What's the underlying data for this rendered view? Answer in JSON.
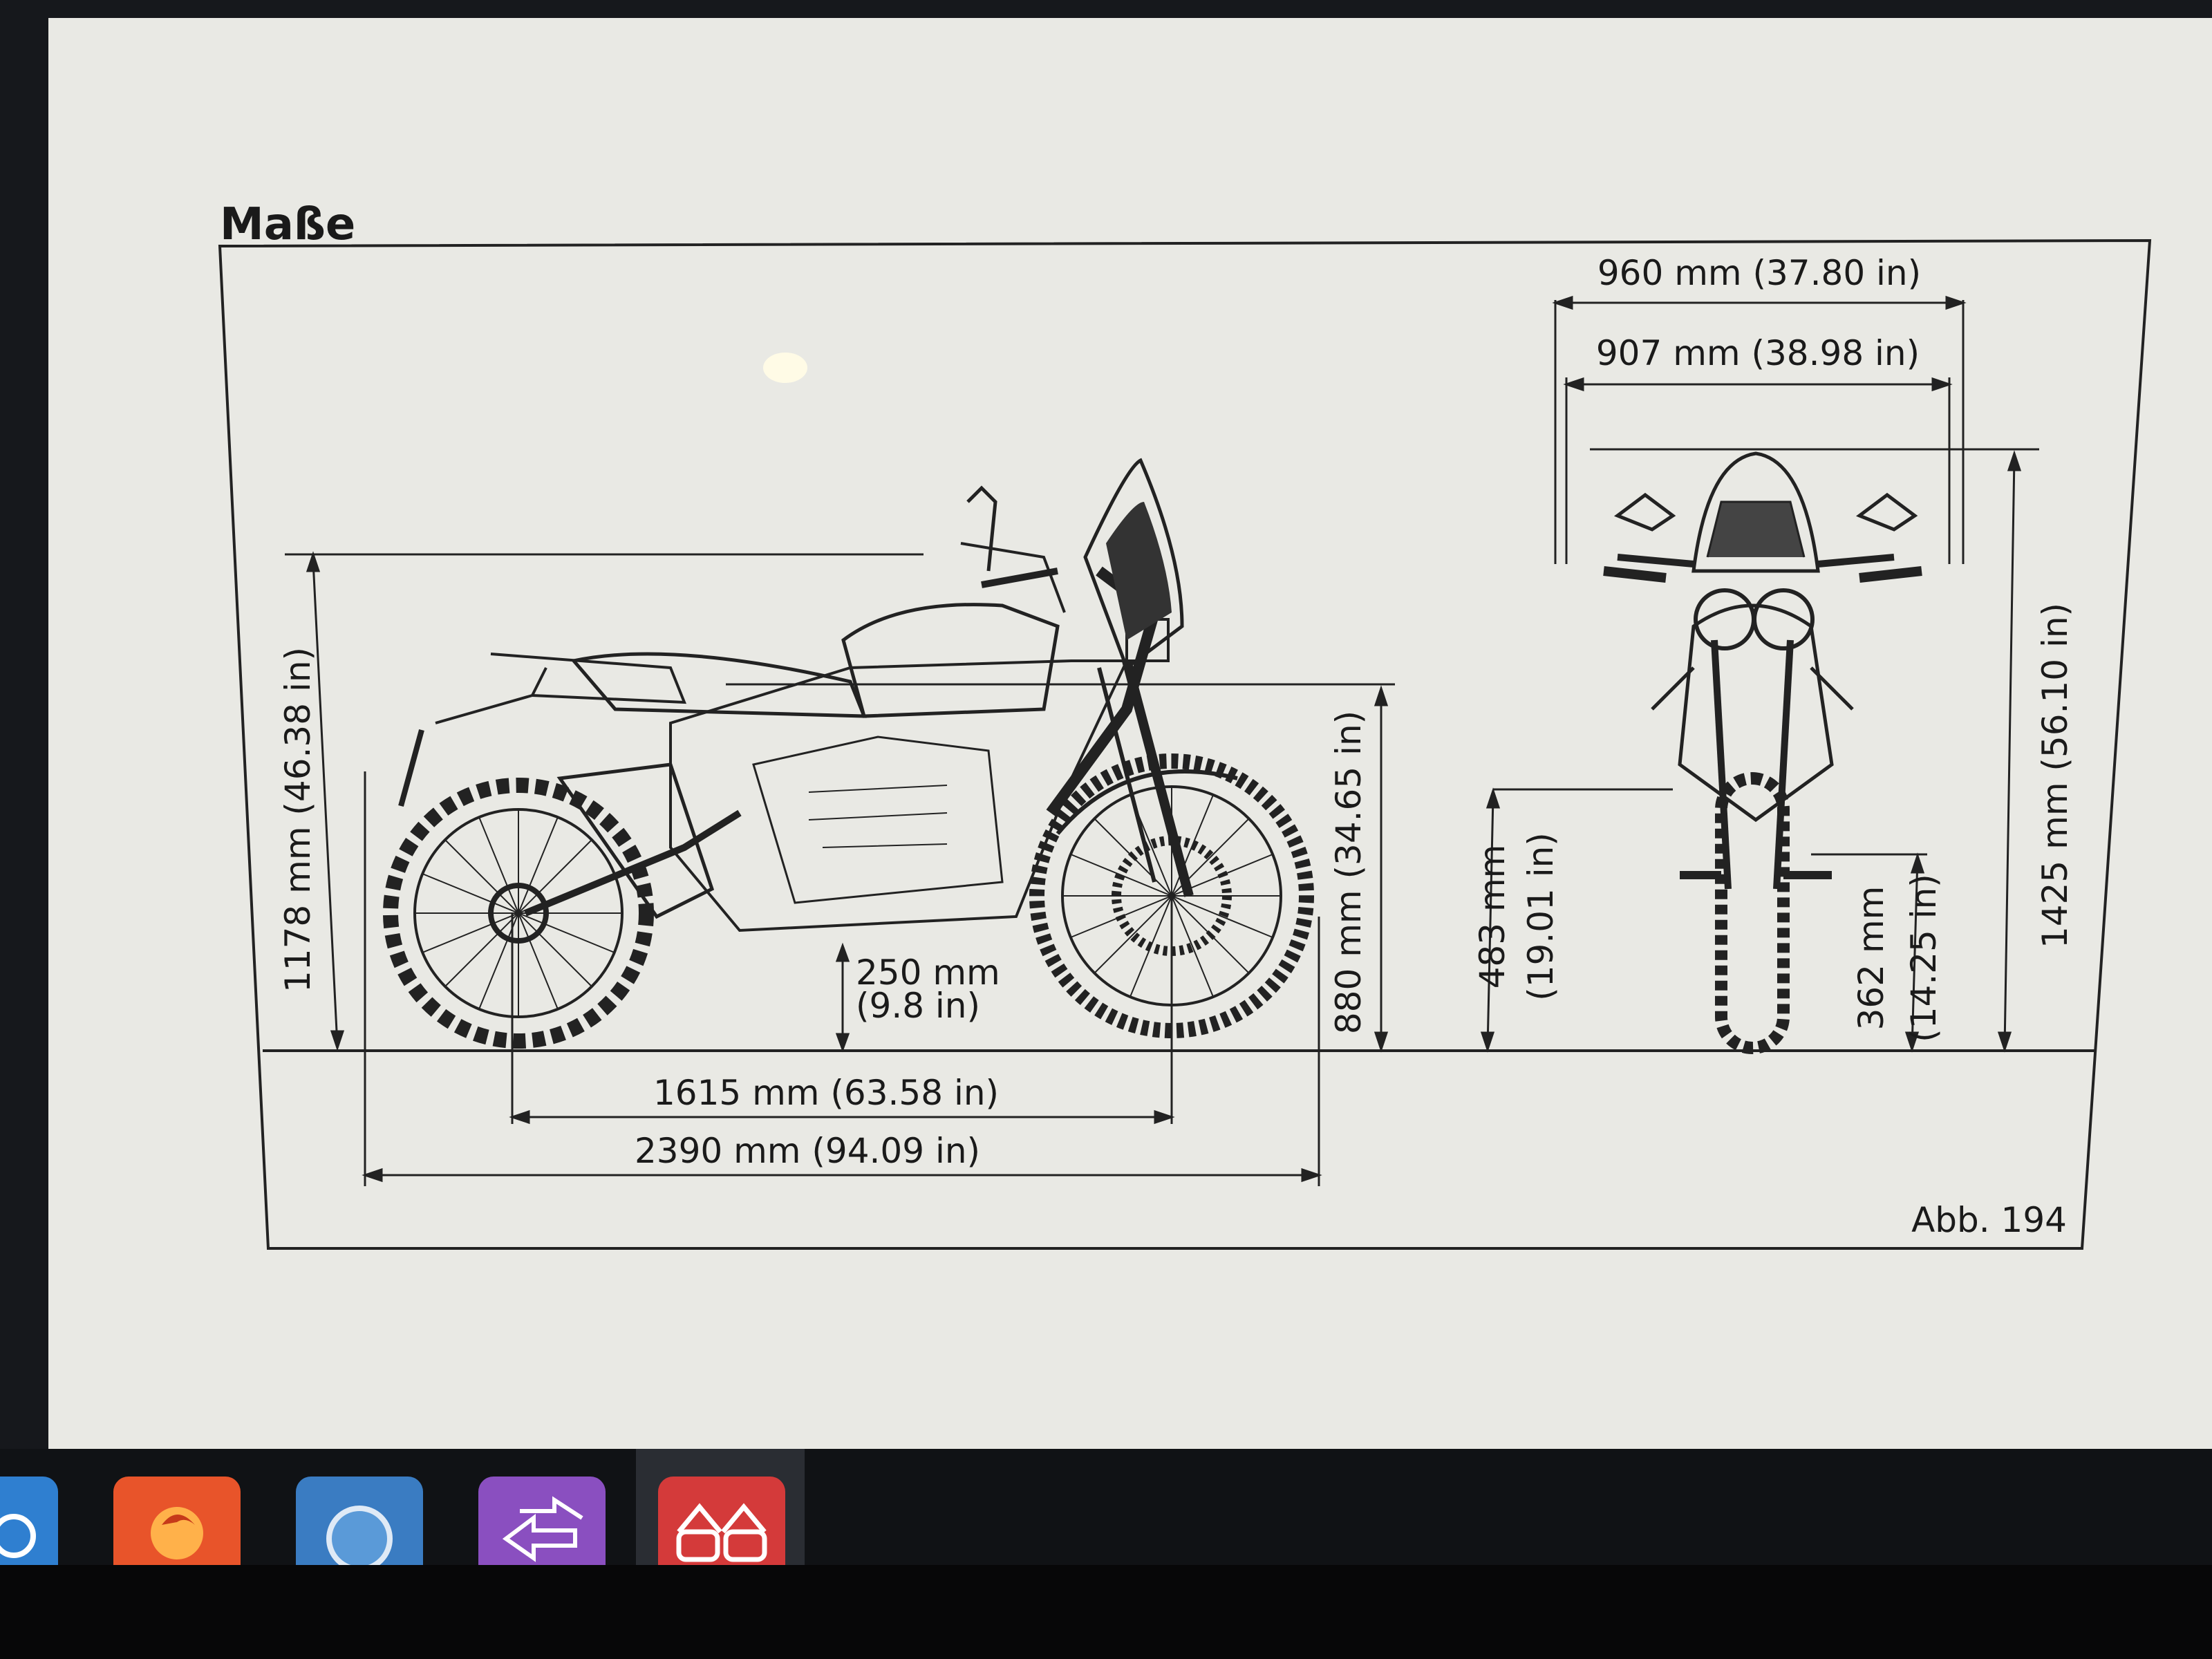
{
  "page": {
    "title": "Maße",
    "figure_label": "Abb. 194"
  },
  "dimensions": {
    "total_width": "960 mm (37.80 in)",
    "handlebar_width": "907 mm (38.98 in)",
    "height_mirror": "1178 mm (46.38 in)",
    "seat_height": "880 mm (34.65 in)",
    "ground_clearance_line1": "250 mm",
    "ground_clearance_line2": "(9.8 in)",
    "wheelbase": "1615 mm (63.58 in)",
    "total_length": "2390 mm (94.09 in)",
    "front_height_483_line1": "483 mm",
    "front_height_483_line2": "(19.01 in)",
    "front_height_362_line1": "362 mm",
    "front_height_362_line2": "(14.25 in)",
    "total_height": "1425 mm (56.10 in)"
  },
  "dock": {
    "items": [
      {
        "name": "camera-app",
        "color": "#2f7fd0"
      },
      {
        "name": "firefox",
        "color": "#e8542a"
      },
      {
        "name": "chromium",
        "color": "#3a7cc2"
      },
      {
        "name": "sync-app",
        "color": "#8a4fc0"
      },
      {
        "name": "reader-app",
        "color": "#d43a3a"
      }
    ]
  }
}
